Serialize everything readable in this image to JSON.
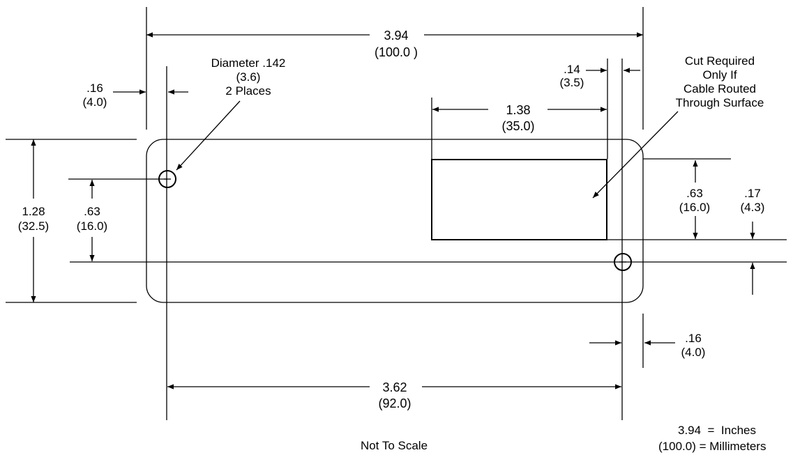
{
  "dimensions": {
    "overall_width": {
      "inches": "3.94",
      "mm": "(100.0 )"
    },
    "left_offset": {
      "inches": ".16",
      "mm": "(4.0)"
    },
    "hole_note": {
      "line1": "Diameter .142",
      "line2": "(3.6)",
      "line3": "2 Places"
    },
    "right_offset_top": {
      "inches": ".14",
      "mm": "(3.5)"
    },
    "cut_note": {
      "line1": "Cut Required",
      "line2": "Only If",
      "line3": "Cable Routed",
      "line4": "Through Surface"
    },
    "cut_width": {
      "inches": "1.38",
      "mm": "(35.0)"
    },
    "overall_height": {
      "inches": "1.28",
      "mm": "(32.5)"
    },
    "hole_spacing_vertical": {
      "inches": ".63",
      "mm": "(16.0)"
    },
    "cut_height": {
      "inches": ".63",
      "mm": "(16.0)"
    },
    "cut_to_hole": {
      "inches": ".17",
      "mm": "(4.3)"
    },
    "right_offset_bottom": {
      "inches": ".16",
      "mm": "(4.0)"
    },
    "hole_spacing_horizontal": {
      "inches": "3.62",
      "mm": "(92.0)"
    }
  },
  "footer": {
    "scale_note": "Not To Scale",
    "legend_inches": "3.94  =  Inches",
    "legend_mm": "(100.0) = Millimeters"
  }
}
